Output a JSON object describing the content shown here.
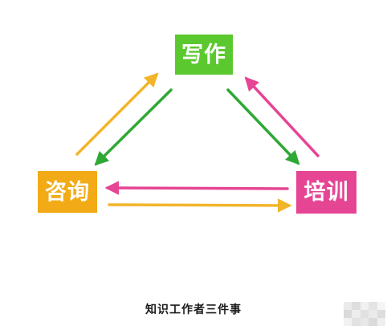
{
  "diagram": {
    "nodes": {
      "writing": {
        "label": "写作",
        "color": "#5cc830"
      },
      "consulting": {
        "label": "咨询",
        "color": "#f2ab16"
      },
      "training": {
        "label": "培训",
        "color": "#e64594"
      }
    },
    "edges": [
      {
        "from": "consulting",
        "to": "writing",
        "color": "#f2b52a"
      },
      {
        "from": "writing",
        "to": "consulting",
        "color": "#2fa836"
      },
      {
        "from": "writing",
        "to": "training",
        "color": "#2fa836"
      },
      {
        "from": "training",
        "to": "writing",
        "color": "#e64594"
      },
      {
        "from": "training",
        "to": "consulting",
        "color": "#e64594"
      },
      {
        "from": "consulting",
        "to": "training",
        "color": "#f2b52a"
      }
    ],
    "caption": "知识工作者三件事"
  }
}
